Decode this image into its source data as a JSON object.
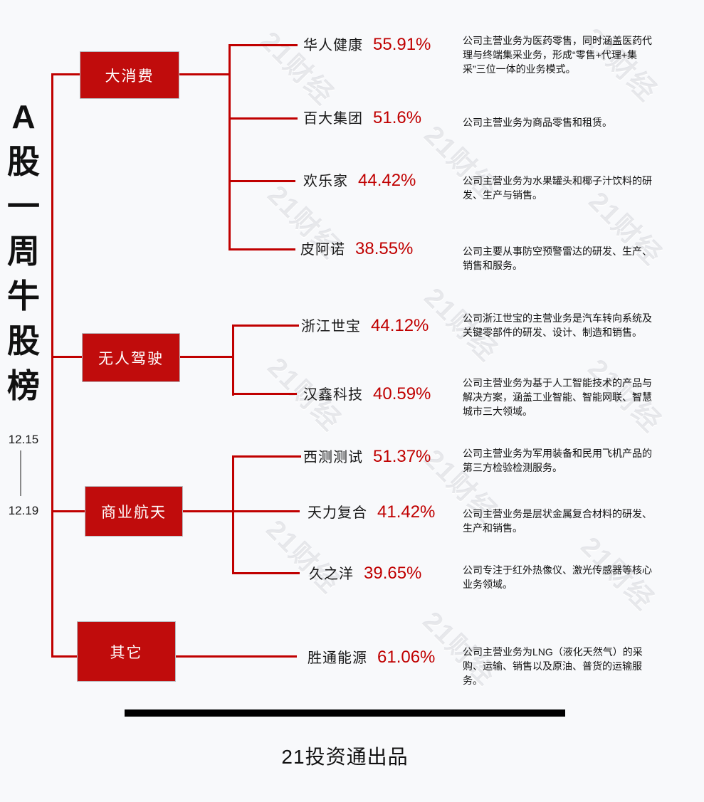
{
  "title": {
    "text": "A股一周牛股榜",
    "chars": [
      "A",
      "股",
      "一",
      "周",
      "牛",
      "股",
      "榜"
    ],
    "date_start": "12.15",
    "date_end": "12.19"
  },
  "watermark": {
    "text": "21财经"
  },
  "footer": {
    "credit": "21投资通出品"
  },
  "colors": {
    "accent_red": "#c00000",
    "box_red": "#c00c0c",
    "text_black": "#1a1a1a",
    "watermark_gray": "#dfe2e8",
    "background": "#f8f9fb",
    "divider_black": "#000000"
  },
  "categories": [
    {
      "label": "大消费",
      "stocks": [
        {
          "name": "华人健康",
          "change": "55.91%",
          "desc": "公司主营业务为医药零售，同时涵盖医药代理与终端集采业务，形成“零售+代理+集采”三位一体的业务模式。"
        },
        {
          "name": "百大集团",
          "change": "51.6%",
          "desc": "公司主营业务为商品零售和租赁。"
        },
        {
          "name": "欢乐家",
          "change": "44.42%",
          "desc": "公司主营业务为水果罐头和椰子汁饮料的研发、生产与销售。"
        },
        {
          "name": "皮阿诺",
          "change": "38.55%",
          "desc": "公司主要从事防空预警雷达的研发、生产、销售和服务。"
        }
      ]
    },
    {
      "label": "无人驾驶",
      "stocks": [
        {
          "name": "浙江世宝",
          "change": "44.12%",
          "desc": "公司浙江世宝的主营业务是汽车转向系统及关键零部件的研发、设计、制造和销售。"
        },
        {
          "name": "汉鑫科技",
          "change": "40.59%",
          "desc": "公司主营业务为基于人工智能技术的产品与解决方案，涵盖工业智能、智能网联、智慧城市三大领域。"
        }
      ]
    },
    {
      "label": "商业航天",
      "stocks": [
        {
          "name": "西测测试",
          "change": "51.37%",
          "desc": "公司主营业务为军用装备和民用飞机产品的第三方检验检测服务。"
        },
        {
          "name": "天力复合",
          "change": "41.42%",
          "desc": "公司主营业务是层状金属复合材料的研发、生产和销售。"
        },
        {
          "name": "久之洋",
          "change": "39.65%",
          "desc": "公司专注于红外热像仪、激光传感器等核心业务领域。"
        }
      ]
    },
    {
      "label": "其它",
      "stocks": [
        {
          "name": "胜通能源",
          "change": "61.06%",
          "desc": "公司主营业务为LNG（液化天然气）的采购、运输、销售以及原油、普货的运输服务。"
        }
      ]
    }
  ]
}
